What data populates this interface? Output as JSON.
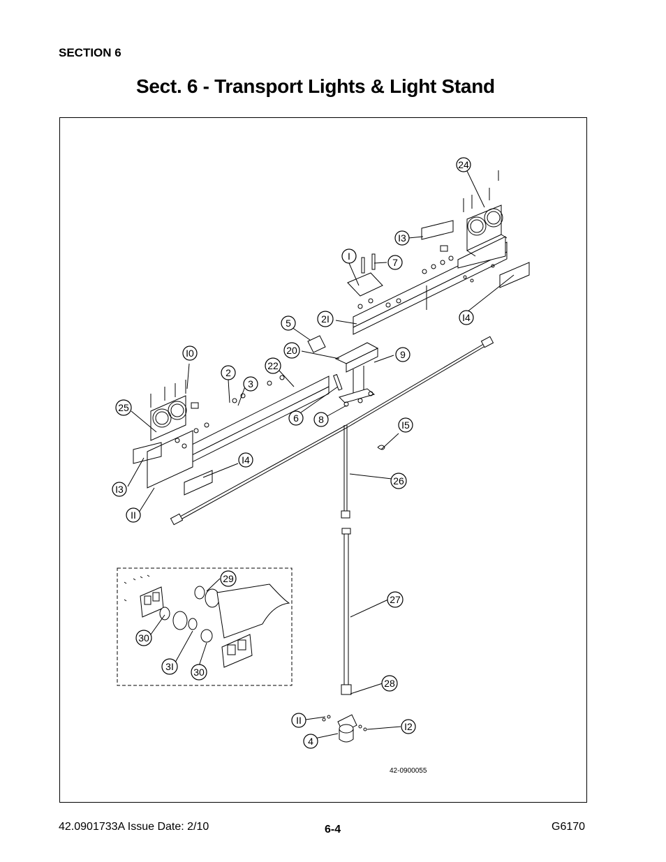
{
  "header": {
    "section_label": "SECTION 6",
    "title": "Sect. 6 - Transport Lights & Light Stand"
  },
  "diagram": {
    "drawing_number": "42-0900055",
    "callouts": [
      "24",
      "I3",
      "I",
      "7",
      "2I",
      "I4",
      "5",
      "20",
      "9",
      "I0",
      "2",
      "3",
      "22",
      "25",
      "6",
      "8",
      "I5",
      "I4",
      "I3",
      "26",
      "II",
      "29",
      "27",
      "30",
      "3I",
      "30",
      "28",
      "II",
      "I2",
      "4"
    ]
  },
  "footer": {
    "doc_info": "42.0901733A  Issue Date: 2/10",
    "page_number": "6-4",
    "model": "G6170"
  }
}
